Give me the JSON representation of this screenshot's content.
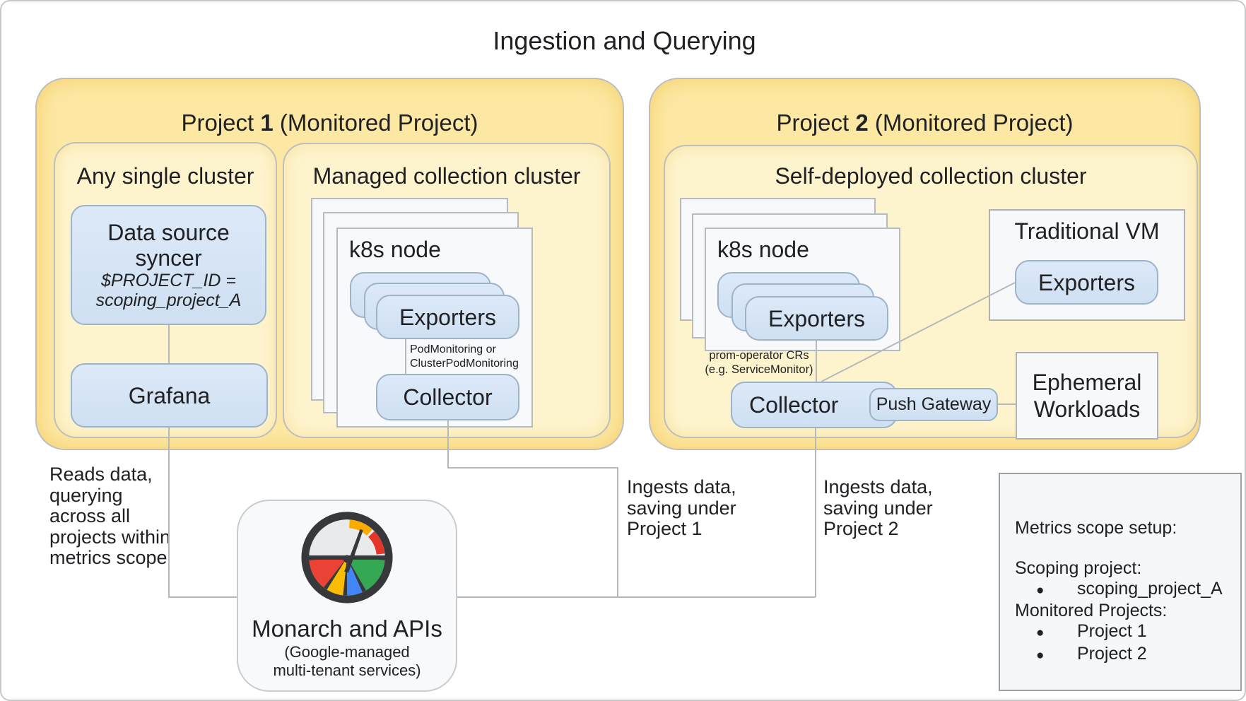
{
  "title": "Ingestion and Querying",
  "bullet": "●",
  "project1": {
    "name": "Project ",
    "number": "1",
    "qualifier": " (Monitored Project)",
    "any_single_cluster": {
      "header": "Any single cluster",
      "data_source_syncer": {
        "line1": "Data source",
        "line2": "syncer",
        "param_line1": "$PROJECT_ID =",
        "param_line2": "scoping_project_A"
      },
      "grafana_label": "Grafana"
    },
    "managed_cluster": {
      "header": "Managed collection cluster",
      "k8s_node_label": "k8s node",
      "exporters_label": "Exporters",
      "note_line1": "PodMonitoring or",
      "note_line2": "ClusterPodMonitoring",
      "collector_label": "Collector"
    }
  },
  "project2": {
    "name": "Project ",
    "number": "2",
    "qualifier": " (Monitored Project)",
    "self_deployed_cluster": {
      "header": "Self-deployed collection cluster",
      "k8s_node_label": "k8s node",
      "exporters_label": "Exporters",
      "note_line1": "prom-operator CRs",
      "note_line2": "(e.g. ServiceMonitor)",
      "collector_label": "Collector",
      "push_gateway_label": "Push Gateway"
    },
    "traditional_vm": {
      "header": "Traditional VM",
      "exporters_label": "Exporters"
    },
    "ephemeral": {
      "line1": "Ephemeral",
      "line2": "Workloads"
    }
  },
  "monarch": {
    "title": "Monarch and APIs",
    "subtitle_line1": "(Google-managed",
    "subtitle_line2": "multi-tenant services)"
  },
  "annotations": {
    "reads_data": "Reads data,\nquerying\nacross all\nprojects within\nmetrics scope",
    "ingests_project1": "Ingests data,\nsaving under\nProject 1",
    "ingests_project2": "Ingests data,\nsaving under\nProject 2"
  },
  "metrics_scope": {
    "title": "Metrics scope setup:",
    "scoping_project_label": "Scoping project:",
    "scoping_project_value": "scoping_project_A",
    "monitored_projects_label": "Monitored Projects:",
    "monitored_project_1": "Project 1",
    "monitored_project_2": "Project 2"
  },
  "colors": {
    "project_fill": "#fce8a3",
    "cluster_fill": "#fdf3cd",
    "component_fill": "#d4e4f5",
    "card_fill": "#f7f9fb",
    "panel_fill": "#f6f8fa",
    "connector_line": "#b6b9bc",
    "gauge_ring": "#36383c",
    "gauge_red": "#ea4335",
    "gauge_yellow": "#f9ab00",
    "gauge_blue": "#4285f4",
    "gauge_green": "#34a853"
  }
}
